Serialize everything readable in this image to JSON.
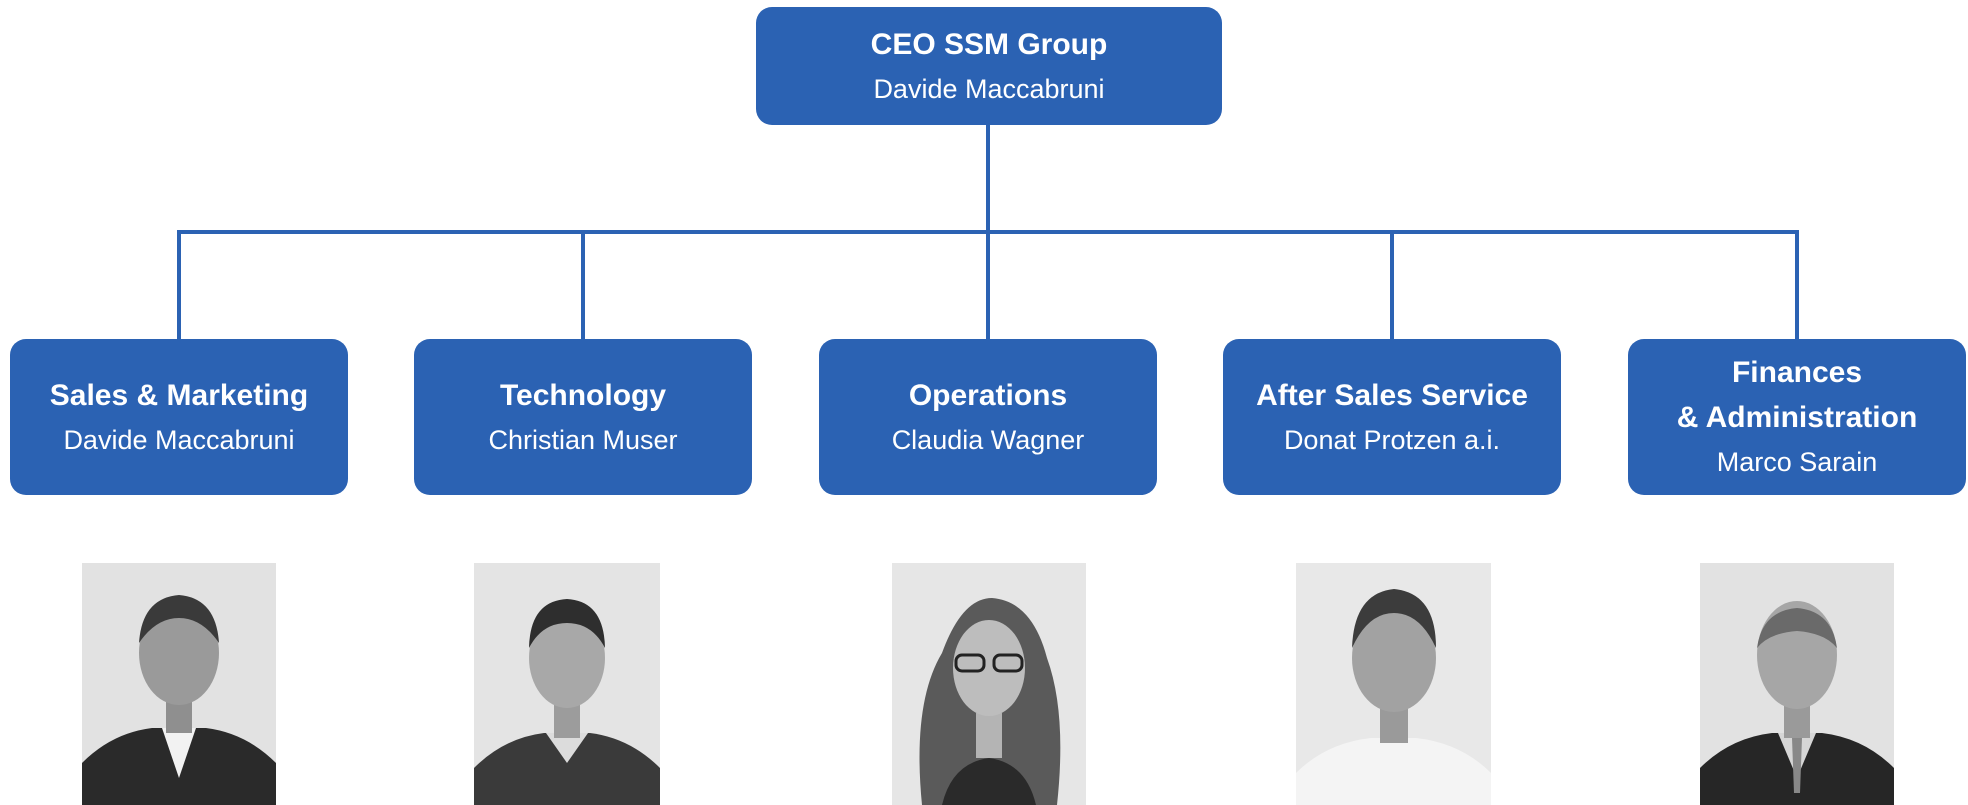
{
  "ceo": {
    "title": "CEO SSM Group",
    "name": "Davide Maccabruni"
  },
  "departments": [
    {
      "title_lines": [
        "Sales & Marketing"
      ],
      "name": "Davide Maccabruni",
      "photo_icon": "portrait-photo"
    },
    {
      "title_lines": [
        "Technology"
      ],
      "name": "Christian Muser",
      "photo_icon": "portrait-photo"
    },
    {
      "title_lines": [
        "Operations"
      ],
      "name": "Claudia Wagner",
      "photo_icon": "portrait-photo"
    },
    {
      "title_lines": [
        "After Sales Service"
      ],
      "name": "Donat Protzen a.i.",
      "photo_icon": "portrait-photo"
    },
    {
      "title_lines": [
        "Finances",
        "& Administration"
      ],
      "name": "Marco Sarain",
      "photo_icon": "portrait-photo"
    }
  ],
  "colors": {
    "box": "#2b62b3",
    "line": "#2b62b3",
    "text": "#ffffff"
  }
}
